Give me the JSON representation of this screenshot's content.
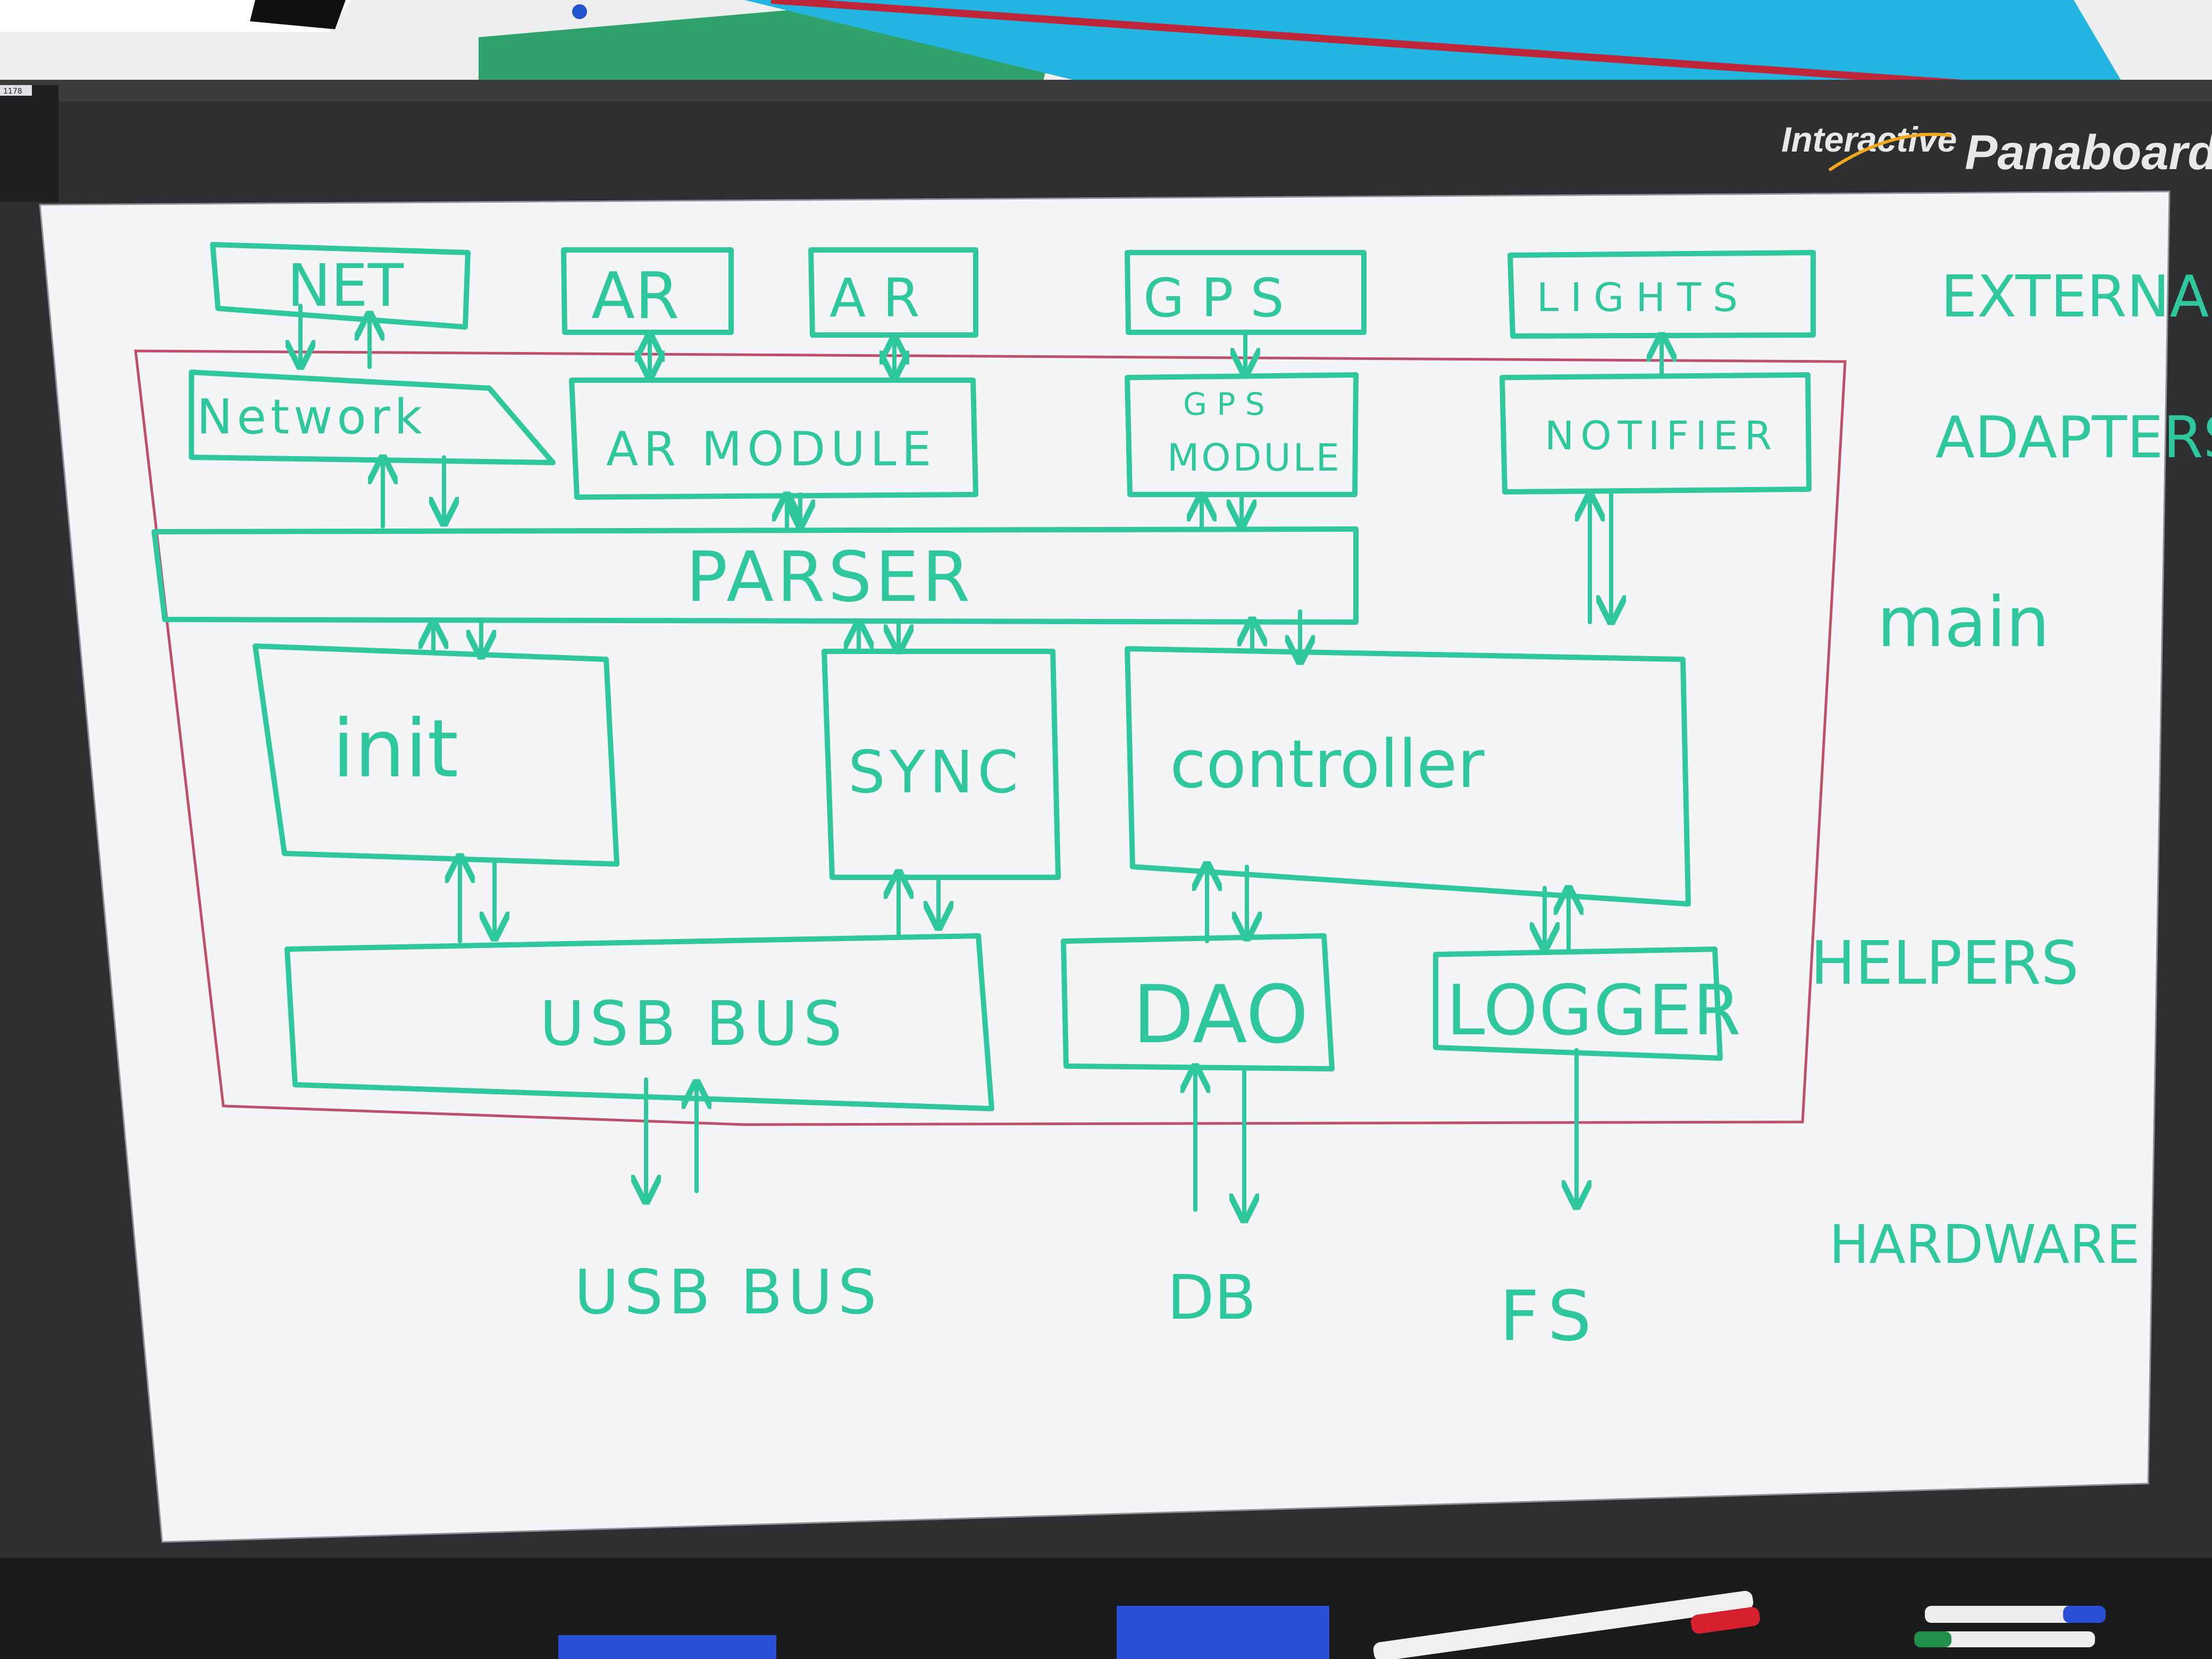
{
  "board": {
    "brand_interactive": "Interactive",
    "brand_name": "Panaboard",
    "corner_tag": "1178"
  },
  "colors": {
    "ink": "#2fc79d",
    "red_ink": "#c0506a",
    "board_white": "#f4f5f6",
    "frame": "#2d2f31"
  },
  "layers": {
    "externals": "EXTERNALS",
    "adapters": "ADAPTERS",
    "main": "main",
    "helpers": "HELPERS",
    "hardware": "HARDWARE"
  },
  "externals": {
    "net": "NET",
    "ar1": "AR",
    "ar2": "A R",
    "gps": "G P S",
    "lights": "LIGHTS"
  },
  "adapters": {
    "network": "Network",
    "ar_module": "AR MODULE",
    "gps_module_top": "G P S",
    "gps_module_bottom": "MODULE",
    "notifier": "NOTIFIER"
  },
  "main": {
    "parser": "PARSER",
    "init": "init",
    "sync": "SYNC",
    "controller": "controller"
  },
  "helpers": {
    "usb_bus": "USB BUS",
    "dao": "DAO",
    "logger": "LOGGER"
  },
  "hardware": {
    "usb_bus": "USB BUS",
    "db": "DB",
    "fs": "FS"
  }
}
